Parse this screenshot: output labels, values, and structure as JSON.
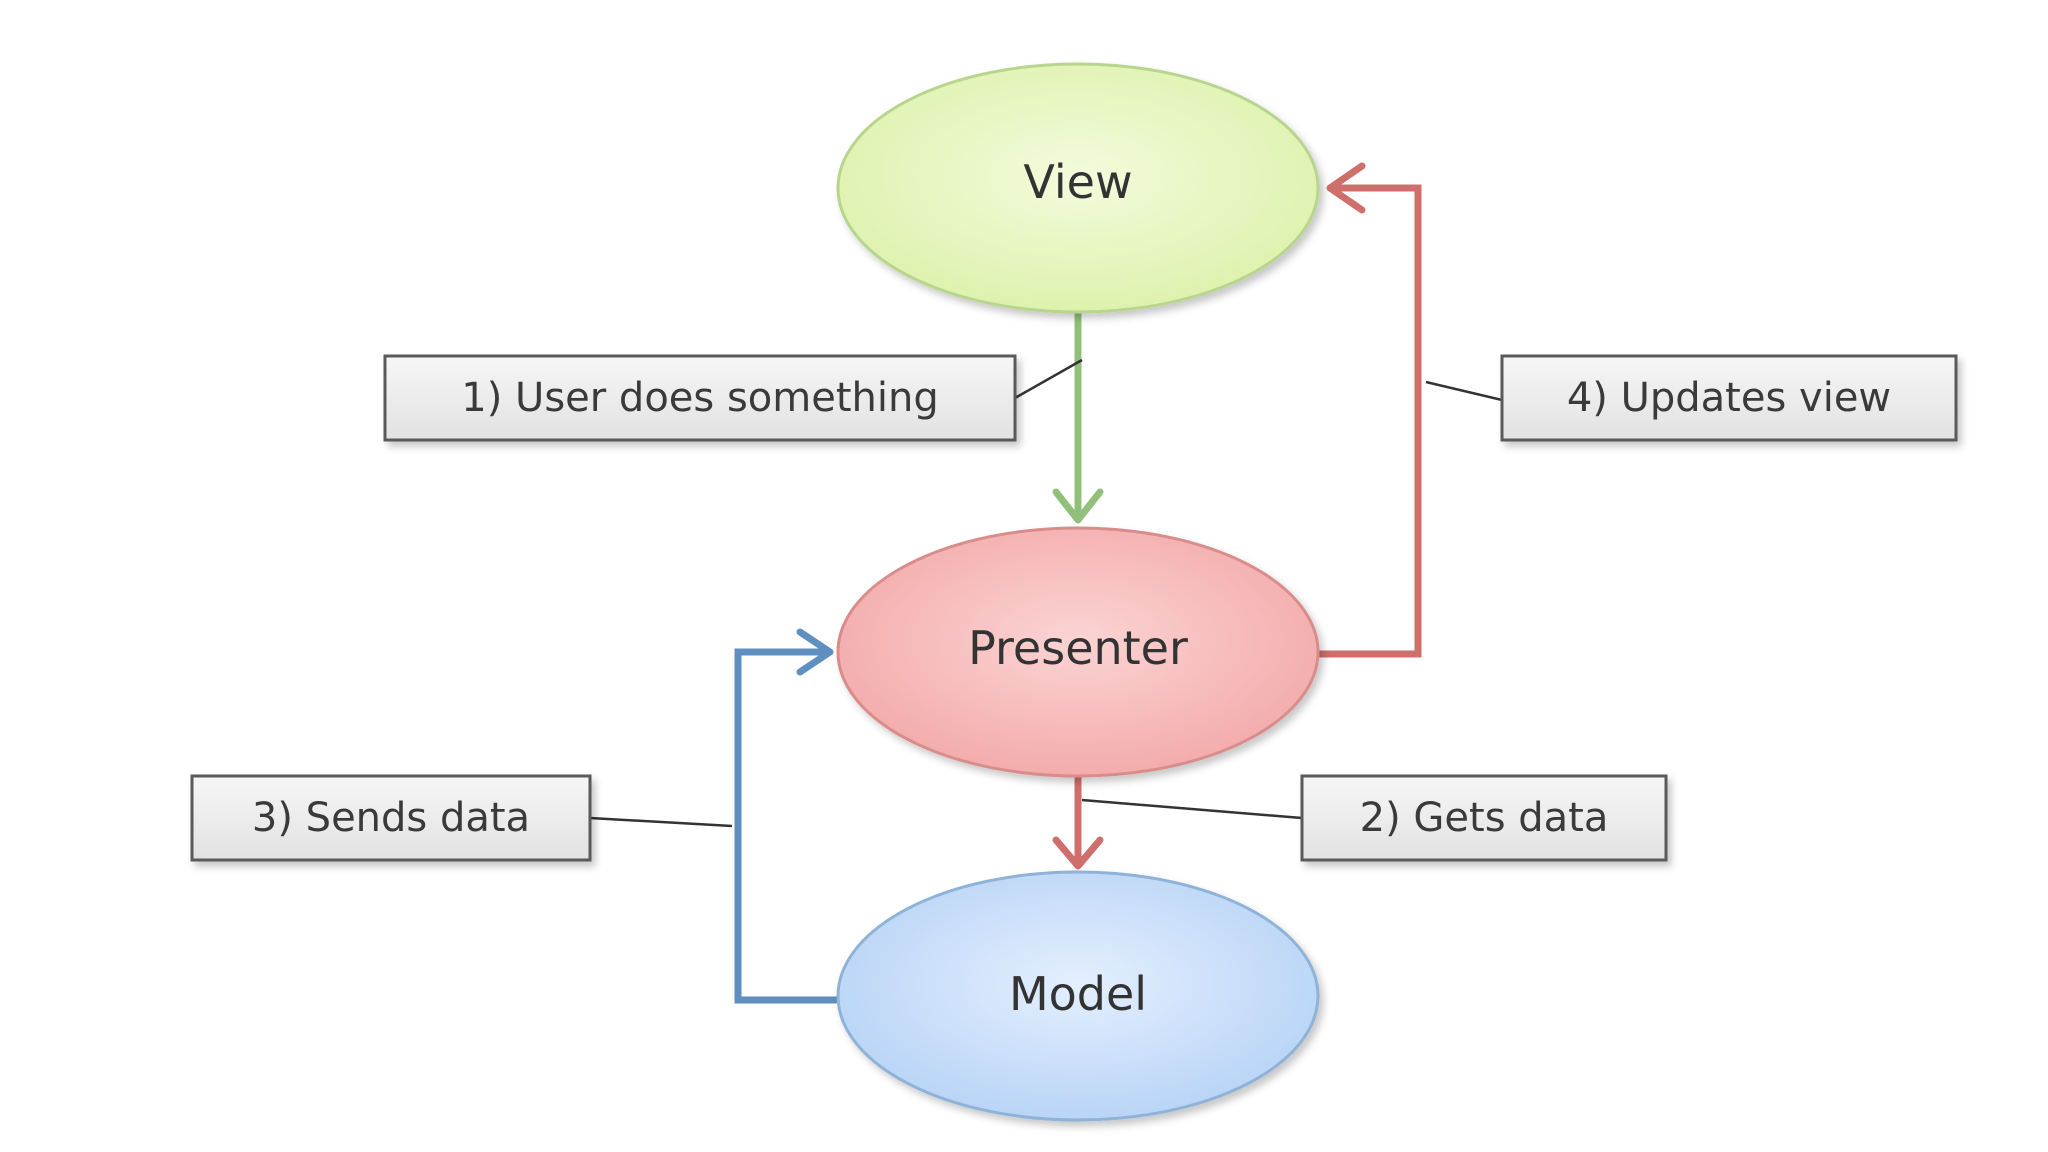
{
  "nodes": {
    "view": "View",
    "presenter": "Presenter",
    "model": "Model"
  },
  "steps": {
    "user_does_something": "1) User does something",
    "gets_data": "2) Gets data",
    "sends_data": "3) Sends data",
    "updates_view": "4) Updates view"
  },
  "colors": {
    "view_arrow": "#92c07a",
    "presenter_arrow": "#cf6f6c",
    "model_arrow": "#5f8fc0",
    "view_fill": "#e2f5b8",
    "presenter_fill": "#f7b2b2",
    "model_fill": "#c2daf6"
  }
}
